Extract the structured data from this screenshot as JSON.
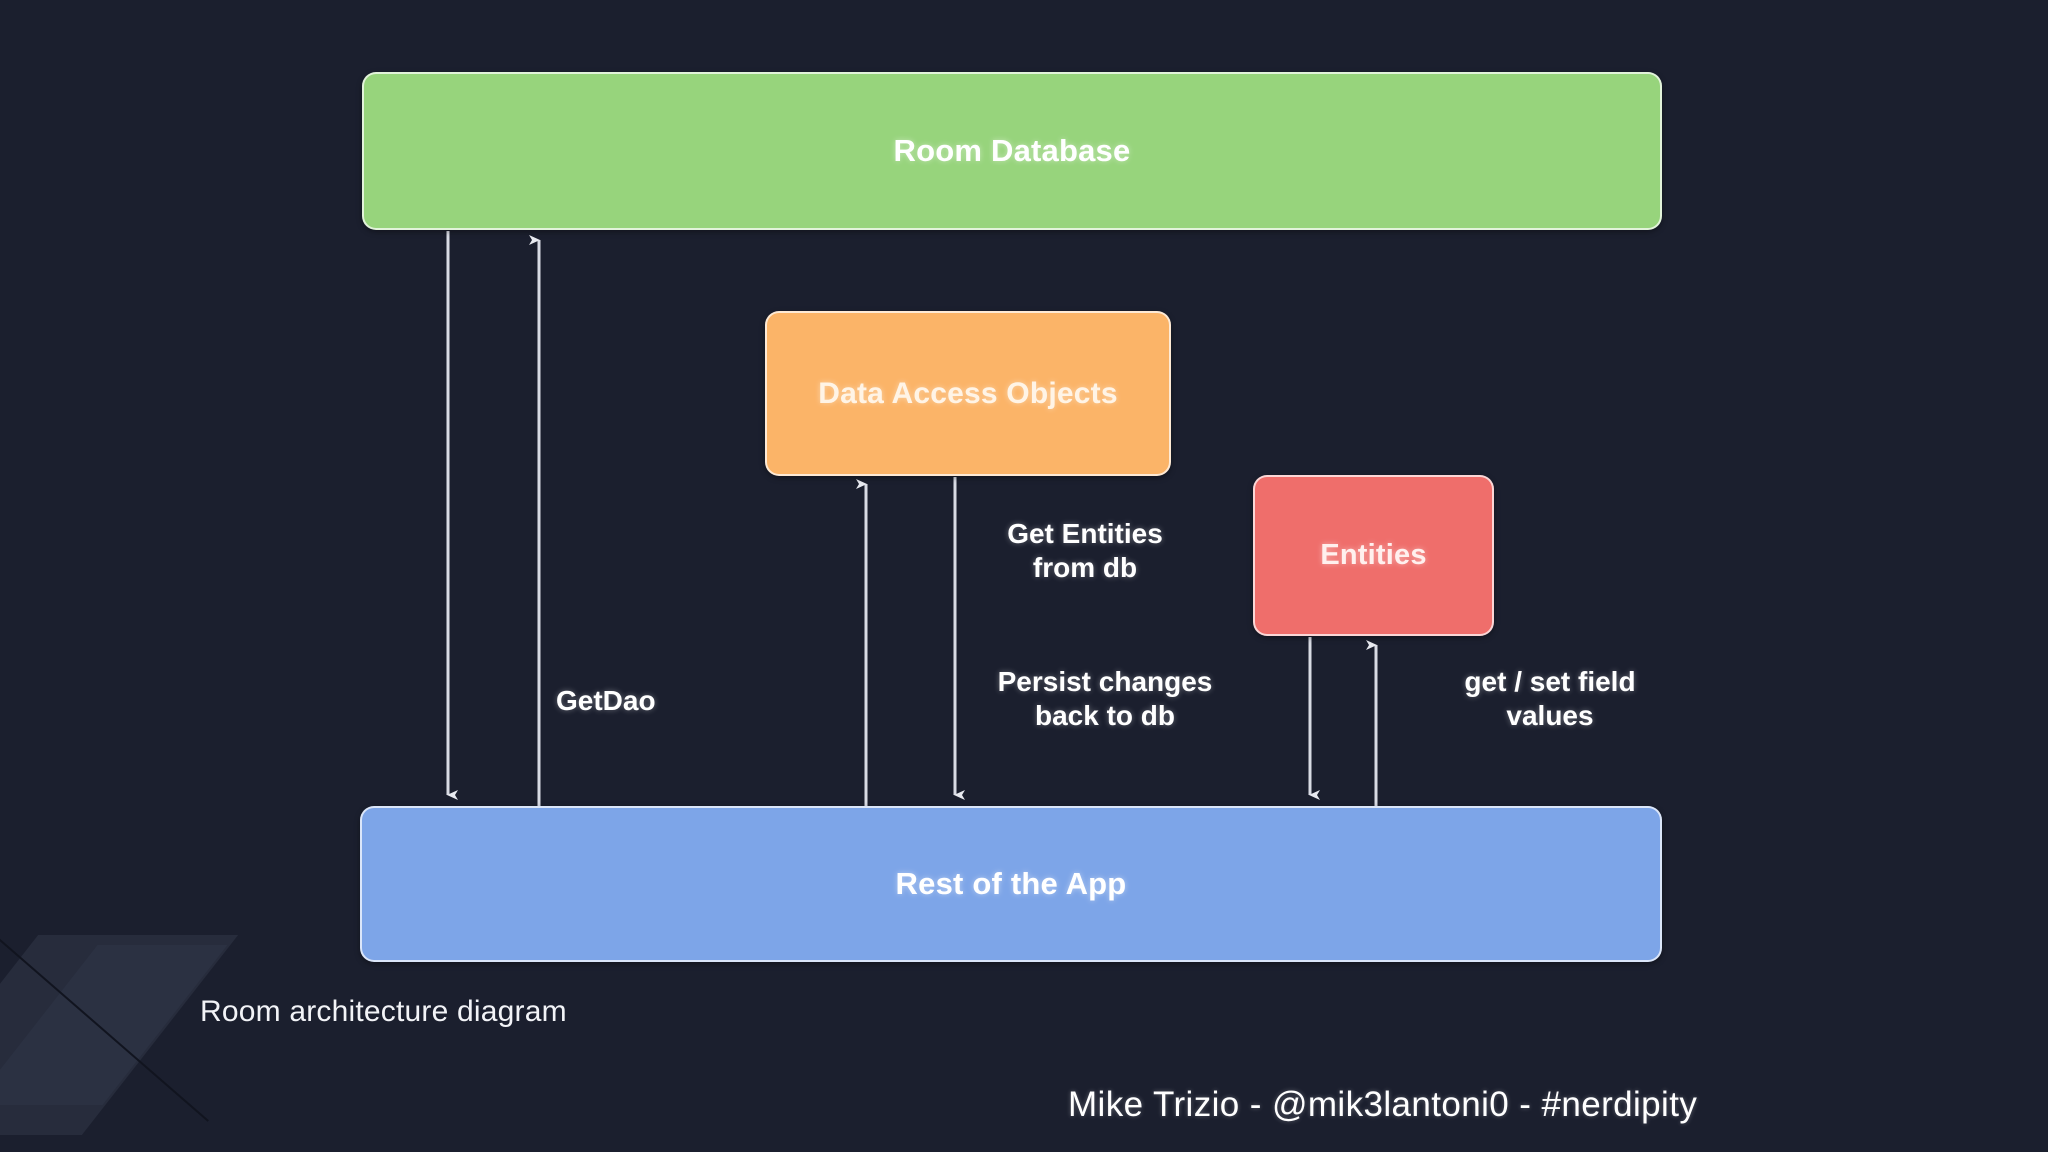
{
  "slide": {
    "background_color": "#1b1f2e",
    "caption": "Room architecture diagram",
    "credit": "Mike Trizio - @mik3lantoni0 - #nerdipity"
  },
  "diagram": {
    "type": "architecture-flow",
    "nodes": [
      {
        "id": "room-database",
        "label": "Room Database",
        "color": "#97d47c"
      },
      {
        "id": "dao",
        "label": "Data Access Objects",
        "color": "#fbb468"
      },
      {
        "id": "entities",
        "label": "Entities",
        "color": "#ef6e6b"
      },
      {
        "id": "rest-of-app",
        "label": "Rest of the App",
        "color": "#7da5e8"
      }
    ],
    "edges": [
      {
        "id": "db-to-app",
        "from": "room-database",
        "to": "rest-of-app",
        "direction": "down",
        "label": ""
      },
      {
        "id": "app-to-db",
        "from": "rest-of-app",
        "to": "room-database",
        "direction": "up",
        "label": "GetDao"
      },
      {
        "id": "app-to-dao",
        "from": "rest-of-app",
        "to": "dao",
        "direction": "up",
        "label": "Get Entities\nfrom db"
      },
      {
        "id": "dao-to-app",
        "from": "dao",
        "to": "rest-of-app",
        "direction": "down",
        "label": "Persist changes\nback to db"
      },
      {
        "id": "entities-to-app",
        "from": "entities",
        "to": "rest-of-app",
        "direction": "down",
        "label": ""
      },
      {
        "id": "app-to-entities",
        "from": "rest-of-app",
        "to": "entities",
        "direction": "up",
        "label": "get / set field\nvalues"
      }
    ],
    "labels": {
      "getdao": "GetDao",
      "get_entities": "Get Entities\nfrom db",
      "persist": "Persist changes\nback to db",
      "get_set": "get / set field\nvalues"
    }
  },
  "colors": {
    "background": "#1b1f2e",
    "green": "#97d47c",
    "orange": "#fbb468",
    "red": "#ef6e6b",
    "blue": "#7da5e8",
    "arrow": "#e8eaf0",
    "text": "#ffffff"
  }
}
